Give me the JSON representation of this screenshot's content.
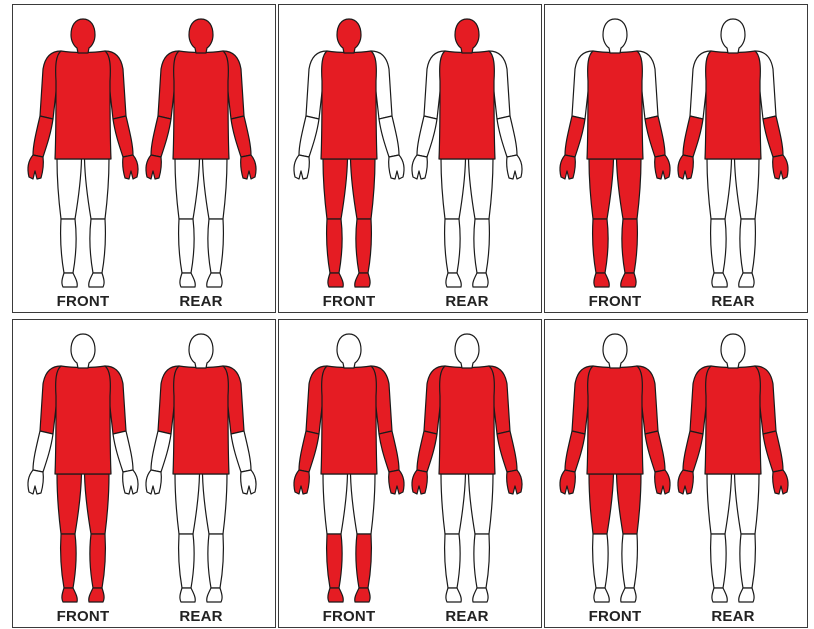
{
  "colors": {
    "highlight": "#e51c23",
    "outline": "#1a1a1a",
    "empty": "#ffffff",
    "frame": "#3a3a3a"
  },
  "panels": [
    {
      "front_label": "FRONT",
      "rear_label": "REAR",
      "front": {
        "head": true,
        "torso": true,
        "upper_arms": true,
        "forearms": true,
        "hands": true,
        "thighs": false,
        "shins": false,
        "feet": false
      },
      "rear": {
        "head": true,
        "torso": true,
        "upper_arms": true,
        "forearms": true,
        "hands": true,
        "thighs": false,
        "shins": false,
        "feet": false
      }
    },
    {
      "front_label": "FRONT",
      "rear_label": "REAR",
      "front": {
        "head": true,
        "torso": true,
        "upper_arms": false,
        "forearms": false,
        "hands": false,
        "thighs": true,
        "shins": true,
        "feet": true
      },
      "rear": {
        "head": true,
        "torso": true,
        "upper_arms": false,
        "forearms": false,
        "hands": false,
        "thighs": false,
        "shins": false,
        "feet": false
      }
    },
    {
      "front_label": "FRONT",
      "rear_label": "REAR",
      "front": {
        "head": false,
        "torso": true,
        "upper_arms": false,
        "forearms": true,
        "hands": true,
        "thighs": true,
        "shins": true,
        "feet": true
      },
      "rear": {
        "head": false,
        "torso": true,
        "upper_arms": false,
        "forearms": true,
        "hands": true,
        "thighs": false,
        "shins": false,
        "feet": false
      }
    },
    {
      "front_label": "FRONT",
      "rear_label": "REAR",
      "front": {
        "head": false,
        "torso": true,
        "upper_arms": true,
        "forearms": false,
        "hands": false,
        "thighs": true,
        "shins": true,
        "feet": true
      },
      "rear": {
        "head": false,
        "torso": true,
        "upper_arms": true,
        "forearms": false,
        "hands": false,
        "thighs": false,
        "shins": false,
        "feet": false
      }
    },
    {
      "front_label": "FRONT",
      "rear_label": "REAR",
      "front": {
        "head": false,
        "torso": true,
        "upper_arms": true,
        "forearms": true,
        "hands": true,
        "thighs": false,
        "shins": true,
        "feet": true
      },
      "rear": {
        "head": false,
        "torso": true,
        "upper_arms": true,
        "forearms": true,
        "hands": true,
        "thighs": false,
        "shins": false,
        "feet": false
      }
    },
    {
      "front_label": "FRONT",
      "rear_label": "REAR",
      "front": {
        "head": false,
        "torso": true,
        "upper_arms": true,
        "forearms": true,
        "hands": true,
        "thighs": true,
        "shins": false,
        "feet": false
      },
      "rear": {
        "head": false,
        "torso": true,
        "upper_arms": true,
        "forearms": true,
        "hands": true,
        "thighs": false,
        "shins": false,
        "feet": false
      }
    }
  ]
}
